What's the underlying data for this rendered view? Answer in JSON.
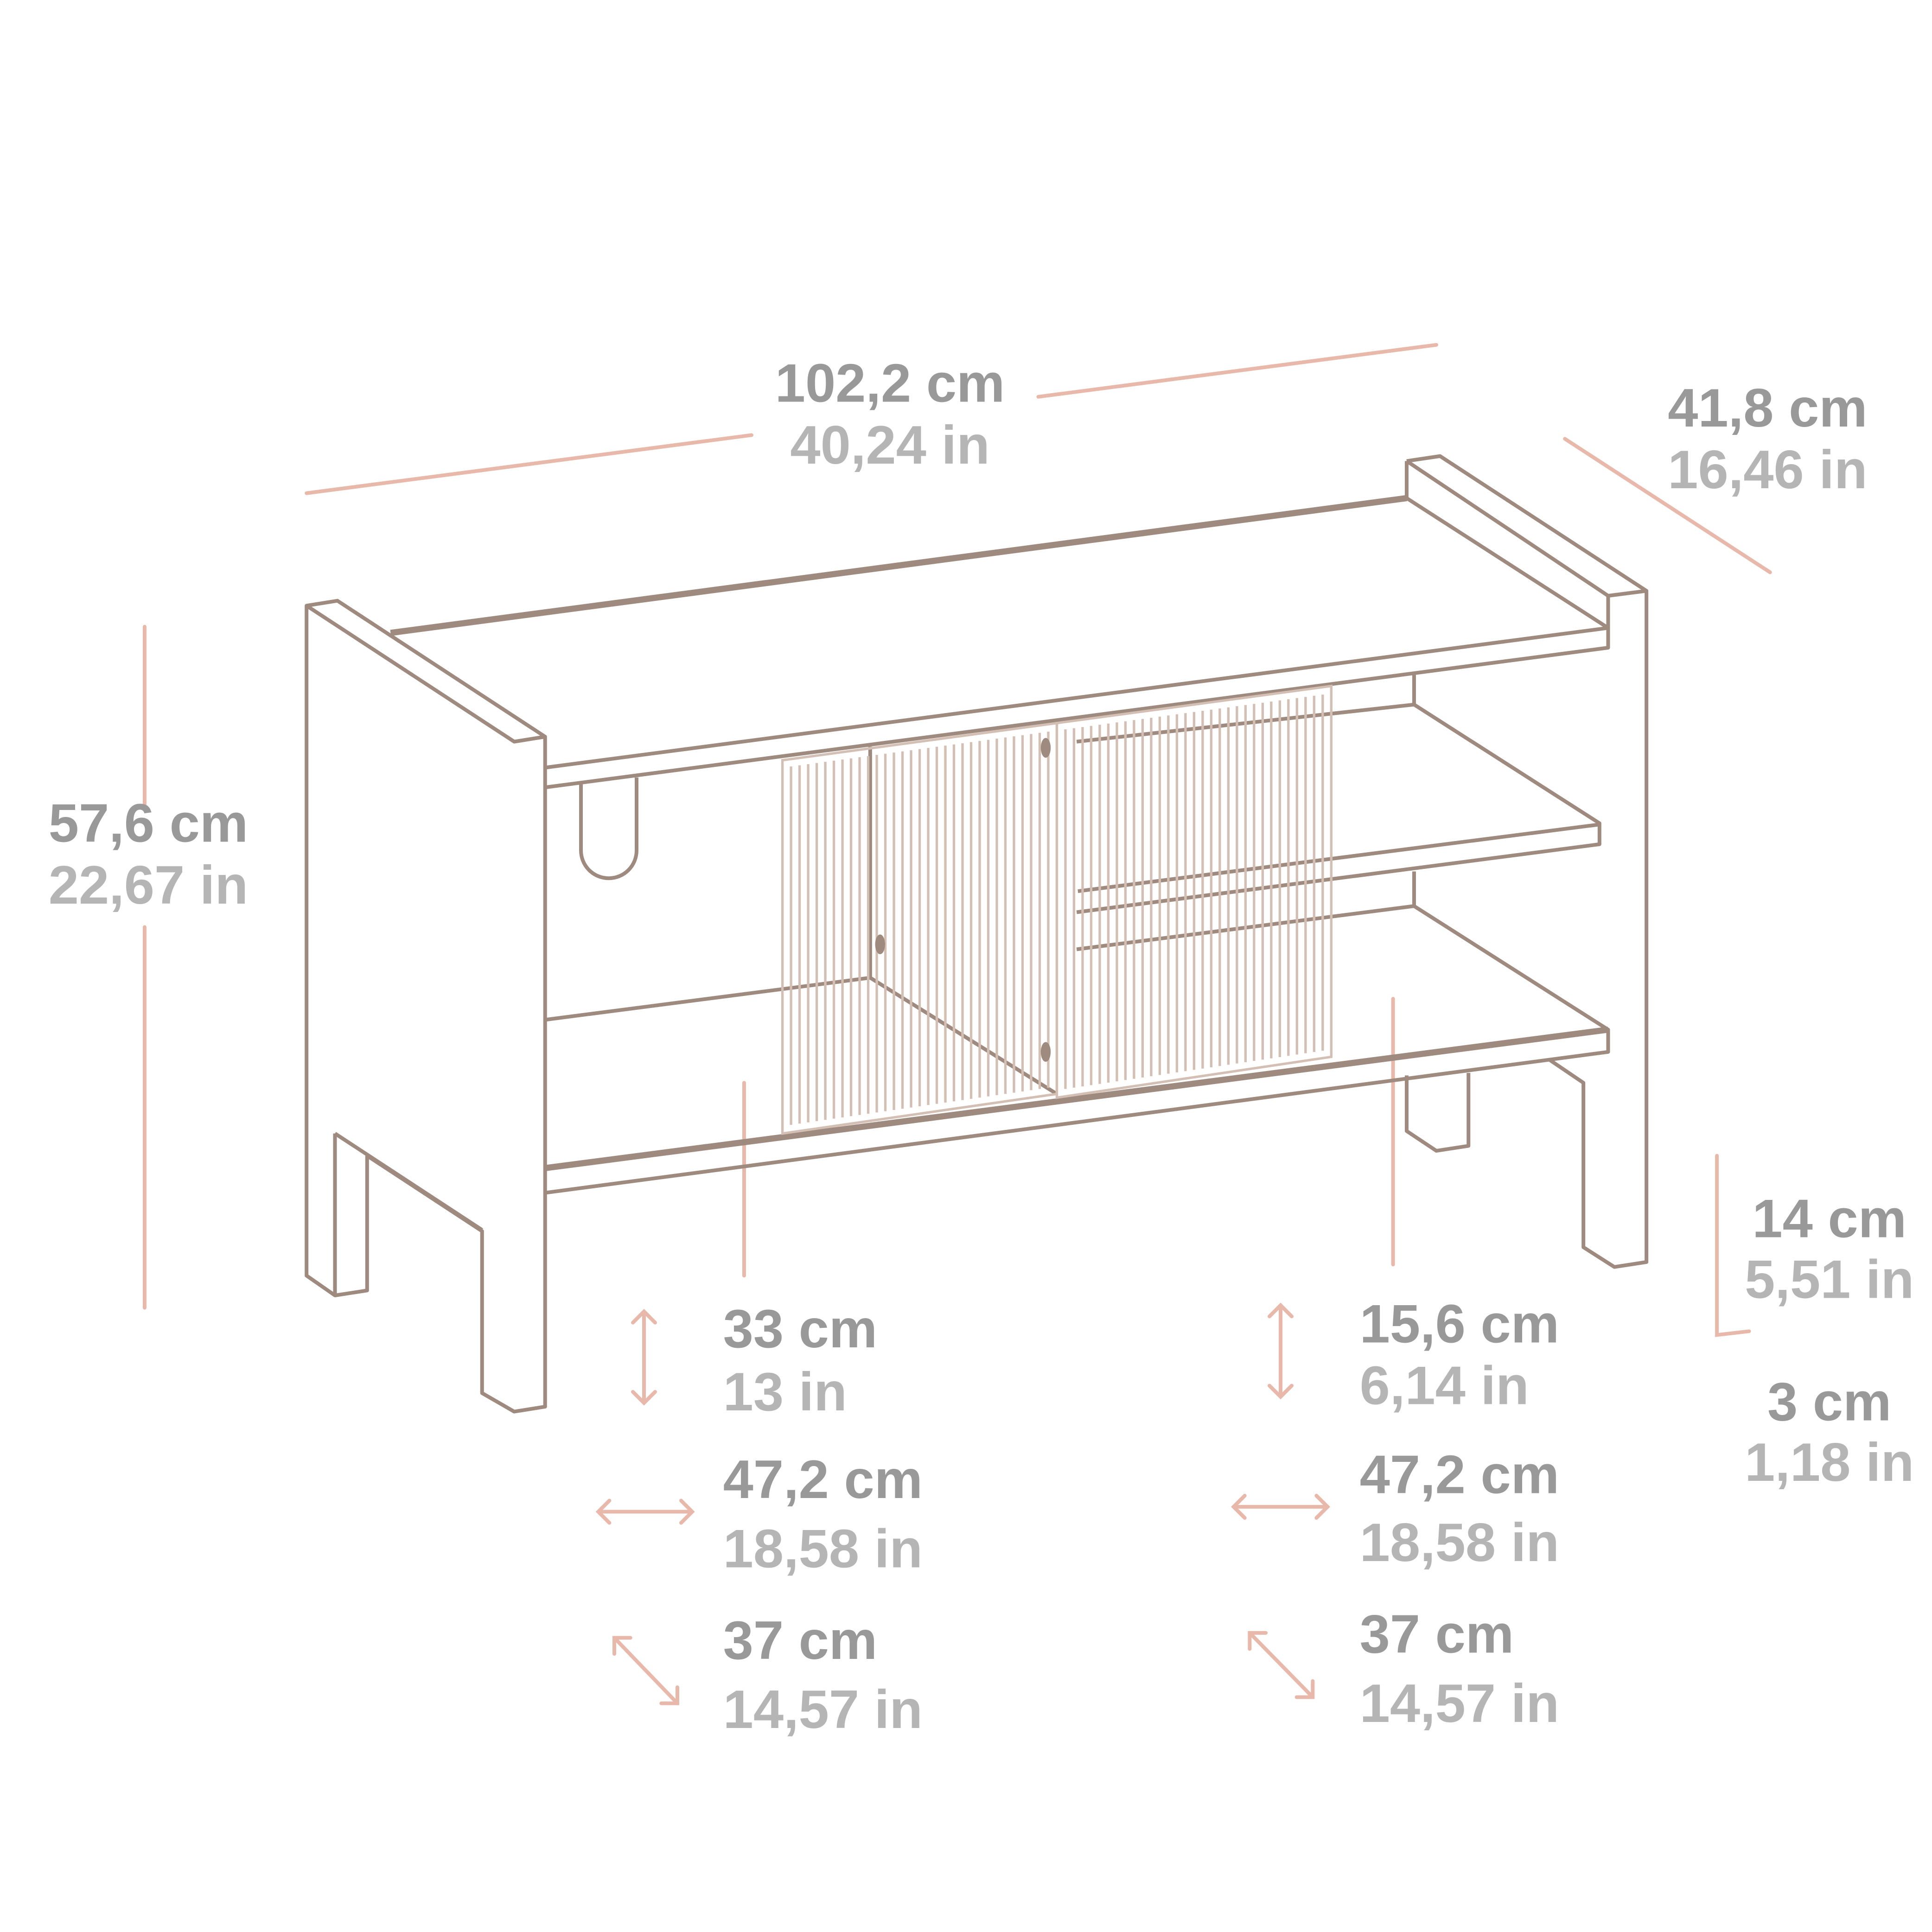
{
  "colors": {
    "furniture": "#9e8a7e",
    "dimension_line": "#e8b8aa",
    "metric_text": "#999999",
    "imperial_text": "#b5b5b5"
  },
  "overall": {
    "width": {
      "cm": "102,2 cm",
      "in": "40,24 in"
    },
    "depth": {
      "cm": "41,8 cm",
      "in": "16,46 in"
    },
    "height": {
      "cm": "57,6 cm",
      "in": "22,67 in"
    },
    "leg_height": {
      "cm": "14 cm",
      "in": "5,51 in"
    },
    "leg_width": {
      "cm": "3 cm",
      "in": "1,18 in"
    }
  },
  "left_compartment": {
    "height": {
      "cm": "33 cm",
      "in": "13 in",
      "icon": "vertical-arrow-icon"
    },
    "width": {
      "cm": "47,2 cm",
      "in": "18,58 in",
      "icon": "horizontal-arrow-icon"
    },
    "depth": {
      "cm": "37 cm",
      "in": "14,57 in",
      "icon": "diagonal-arrow-icon"
    }
  },
  "right_compartment": {
    "height": {
      "cm": "15,6 cm",
      "in": "6,14 in",
      "icon": "vertical-arrow-icon"
    },
    "width": {
      "cm": "47,2 cm",
      "in": "18,58 in",
      "icon": "horizontal-arrow-icon"
    },
    "depth": {
      "cm": "37 cm",
      "in": "14,57 in",
      "icon": "diagonal-arrow-icon"
    }
  }
}
